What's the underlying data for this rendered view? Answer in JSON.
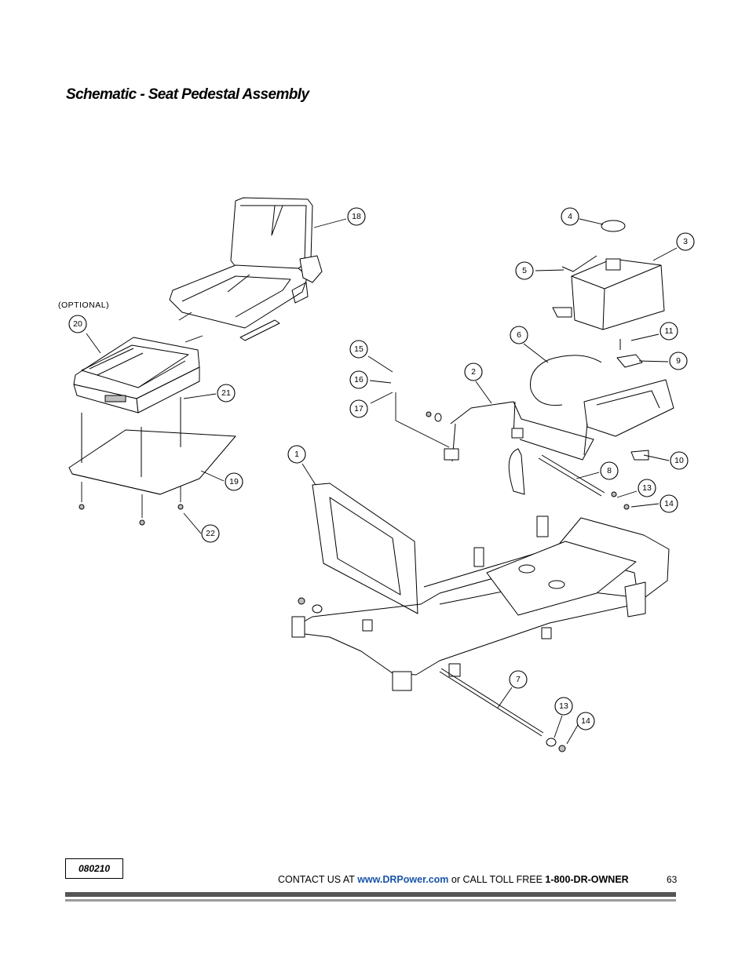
{
  "page": {
    "title": "Schematic - Seat Pedestal Assembly",
    "optional_label": "(OPTIONAL)",
    "doc_code": "080210",
    "footer": {
      "contact_prefix": "CONTACT US AT",
      "url": "www.DRPower.com",
      "middle": "or CALL TOLL FREE",
      "phone": "1-800-DR-OWNER",
      "page_number": "63"
    }
  },
  "callouts": [
    "18",
    "4",
    "3",
    "5",
    "20",
    "11",
    "6",
    "9",
    "15",
    "2",
    "16",
    "17",
    "21",
    "10",
    "8",
    "1",
    "19",
    "13",
    "14",
    "22",
    "7",
    "13",
    "14"
  ]
}
